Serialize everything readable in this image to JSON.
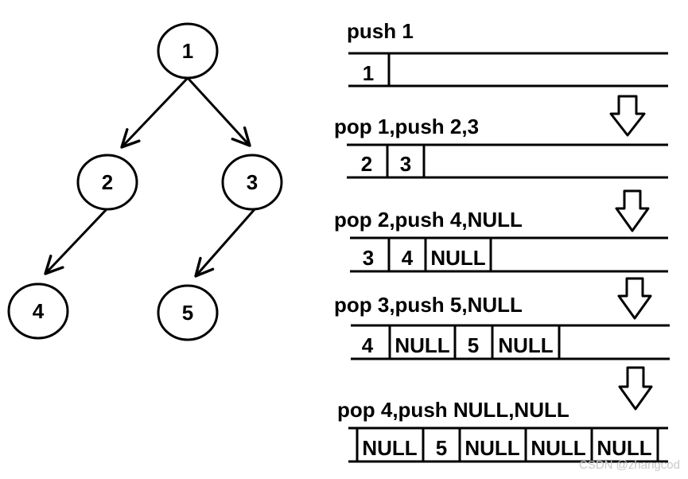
{
  "tree": {
    "nodes": [
      {
        "id": "1",
        "label": "1"
      },
      {
        "id": "2",
        "label": "2"
      },
      {
        "id": "3",
        "label": "3"
      },
      {
        "id": "4",
        "label": "4"
      },
      {
        "id": "5",
        "label": "5"
      }
    ],
    "edges": [
      {
        "from": "1",
        "to": "2"
      },
      {
        "from": "1",
        "to": "3"
      },
      {
        "from": "2",
        "to": "4"
      },
      {
        "from": "3",
        "to": "5"
      }
    ]
  },
  "queue_steps": [
    {
      "label": "push 1",
      "cells": [
        "1"
      ]
    },
    {
      "label": "pop 1,push 2,3",
      "cells": [
        "2",
        "3"
      ]
    },
    {
      "label": "pop 2,push 4,NULL",
      "cells": [
        "3",
        "4",
        "NULL"
      ]
    },
    {
      "label": "pop 3,push 5,NULL",
      "cells": [
        "4",
        "NULL",
        "5",
        "NULL"
      ]
    },
    {
      "label": "pop 4,push NULL,NULL",
      "cells": [
        "NULL",
        "5",
        "NULL",
        "NULL",
        "NULL"
      ]
    }
  ],
  "watermark": "CSDN @zhangcod"
}
